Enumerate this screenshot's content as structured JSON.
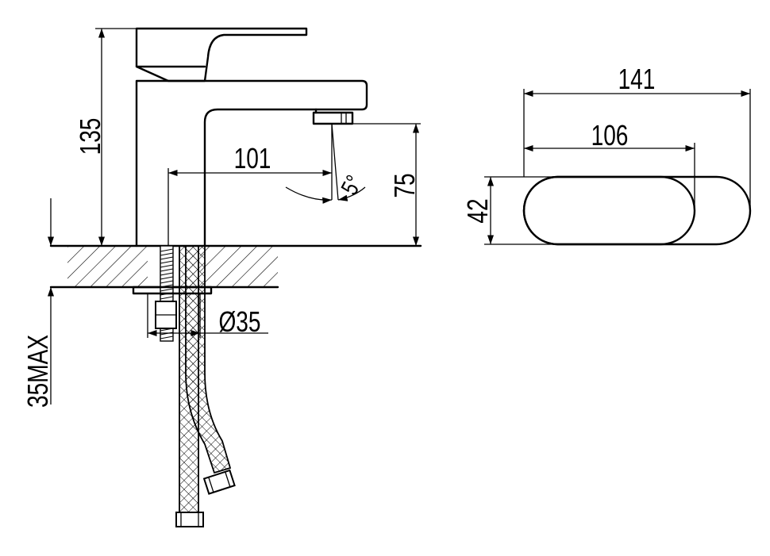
{
  "dimensions": {
    "height_total": "135",
    "spout_reach": "101",
    "spout_height": "75",
    "spout_angle": "5°",
    "hole_diameter": "Ø35",
    "deck_thickness": "35MAX",
    "body_length": "141",
    "handle_length": "106",
    "body_width": "42"
  }
}
